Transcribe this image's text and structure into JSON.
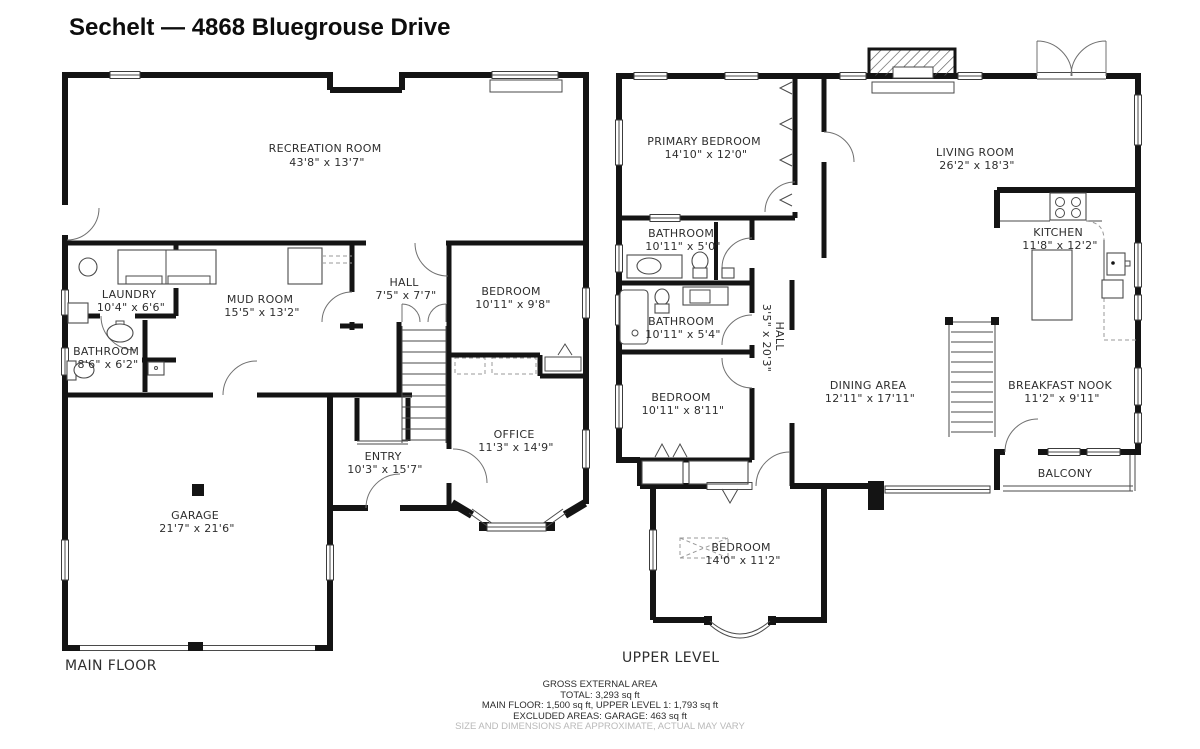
{
  "title": "Sechelt — 4868 Bluegrouse Drive",
  "floors": {
    "main": {
      "label": "MAIN FLOOR",
      "rooms": {
        "recreation": {
          "name": "RECREATION ROOM",
          "dims": "43'8\" x 13'7\""
        },
        "laundry": {
          "name": "LAUNDRY",
          "dims": "10'4\" x 6'6\""
        },
        "mudroom": {
          "name": "MUD ROOM",
          "dims": "15'5\" x 13'2\""
        },
        "hall": {
          "name": "HALL",
          "dims": "7'5\" x 7'7\""
        },
        "bedroom": {
          "name": "BEDROOM",
          "dims": "10'11\" x 9'8\""
        },
        "bathroom": {
          "name": "BATHROOM",
          "dims": "8'6\" x 6'2\""
        },
        "office": {
          "name": "OFFICE",
          "dims": "11'3\" x 14'9\""
        },
        "entry": {
          "name": "ENTRY",
          "dims": "10'3\" x 15'7\""
        },
        "garage": {
          "name": "GARAGE",
          "dims": "21'7\" x 21'6\""
        }
      }
    },
    "upper": {
      "label": "UPPER LEVEL",
      "rooms": {
        "primary_bedroom": {
          "name": "PRIMARY BEDROOM",
          "dims": "14'10\" x 12'0\""
        },
        "living_room": {
          "name": "LIVING ROOM",
          "dims": "26'2\" x 18'3\""
        },
        "bathroom_top": {
          "name": "BATHROOM",
          "dims": "10'11\" x 5'0\""
        },
        "kitchen": {
          "name": "KITCHEN",
          "dims": "11'8\" x 12'2\""
        },
        "bathroom_mid": {
          "name": "BATHROOM",
          "dims": "10'11\" x 5'4\""
        },
        "hall": {
          "name": "HALL",
          "dims": "3'5\" x 20'3\""
        },
        "bedroom_mid": {
          "name": "BEDROOM",
          "dims": "10'11\" x 8'11\""
        },
        "dining_area": {
          "name": "DINING AREA",
          "dims": "12'11\" x 17'11\""
        },
        "breakfast_nook": {
          "name": "BREAKFAST NOOK",
          "dims": "11'2\" x 9'11\""
        },
        "balcony": {
          "name": "BALCONY"
        },
        "bedroom_lower": {
          "name": "BEDROOM",
          "dims": "14'0\" x 11'2\""
        }
      }
    }
  },
  "footer": {
    "line1": "GROSS EXTERNAL AREA",
    "line2": "TOTAL: 3,293 sq ft",
    "line3": "MAIN FLOOR: 1,500 sq ft, UPPER LEVEL 1: 1,793 sq ft",
    "line4": "EXCLUDED AREAS: GARAGE: 463 sq ft",
    "disclaimer": "SIZE AND DIMENSIONS ARE APPROXIMATE, ACTUAL MAY VARY"
  },
  "colors": {
    "wall": "#141414",
    "text": "#2e2e2e",
    "muted": "#b9b9b9"
  }
}
